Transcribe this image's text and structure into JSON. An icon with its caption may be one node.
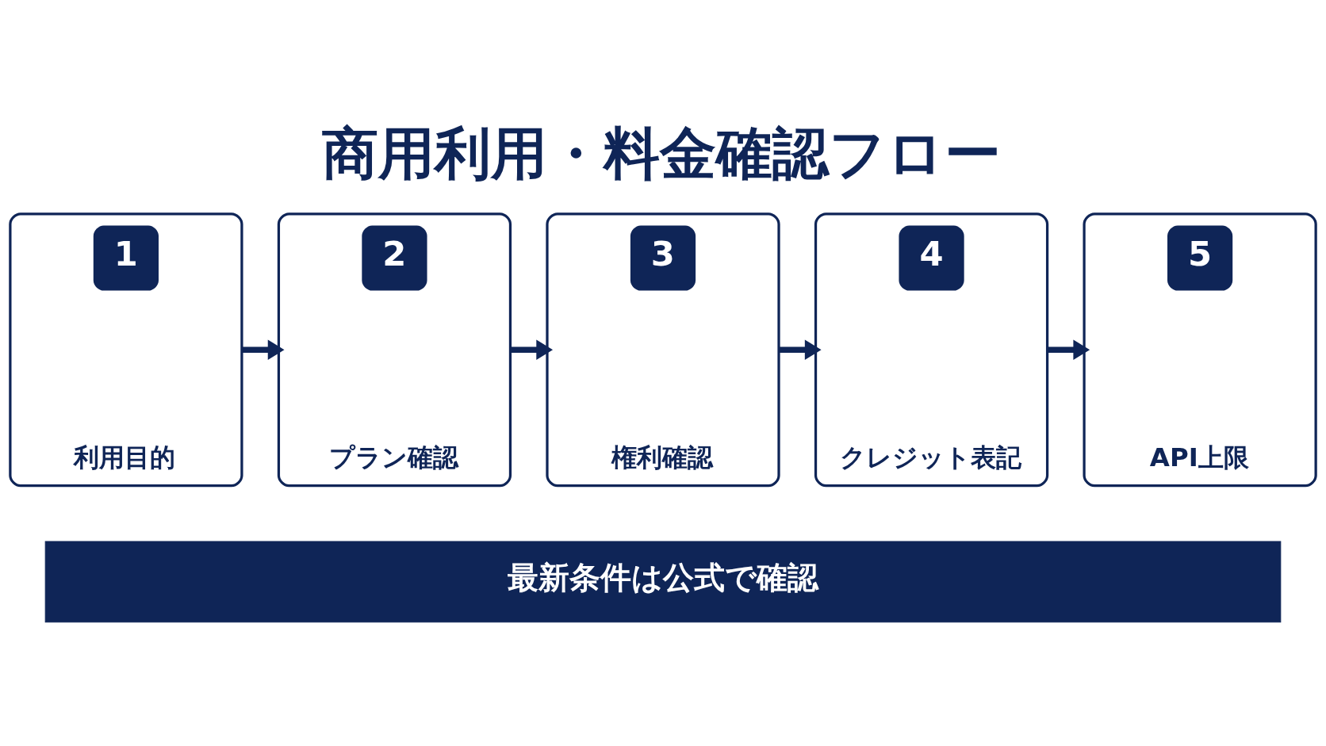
{
  "diagram": {
    "title": "商用利用・料金確認フロー",
    "nodes": [
      {
        "text": [
          "1",
          "利用目的"
        ]
      },
      {
        "text": [
          "2",
          "プラン確認"
        ]
      },
      {
        "text": [
          "3",
          "権利確認"
        ]
      },
      {
        "text": [
          "4",
          "クレジット表記"
        ]
      },
      {
        "text": [
          "5",
          "API上限"
        ]
      },
      {
        "text": [
          "最新条件は公式で確認"
        ]
      }
    ],
    "edges": [
      {
        "from": 0,
        "to": 1,
        "arrow": "to"
      },
      {
        "from": 1,
        "to": 2,
        "arrow": "to"
      },
      {
        "from": 2,
        "to": 3,
        "arrow": "to"
      },
      {
        "from": 3,
        "to": 4,
        "arrow": "to"
      }
    ]
  }
}
